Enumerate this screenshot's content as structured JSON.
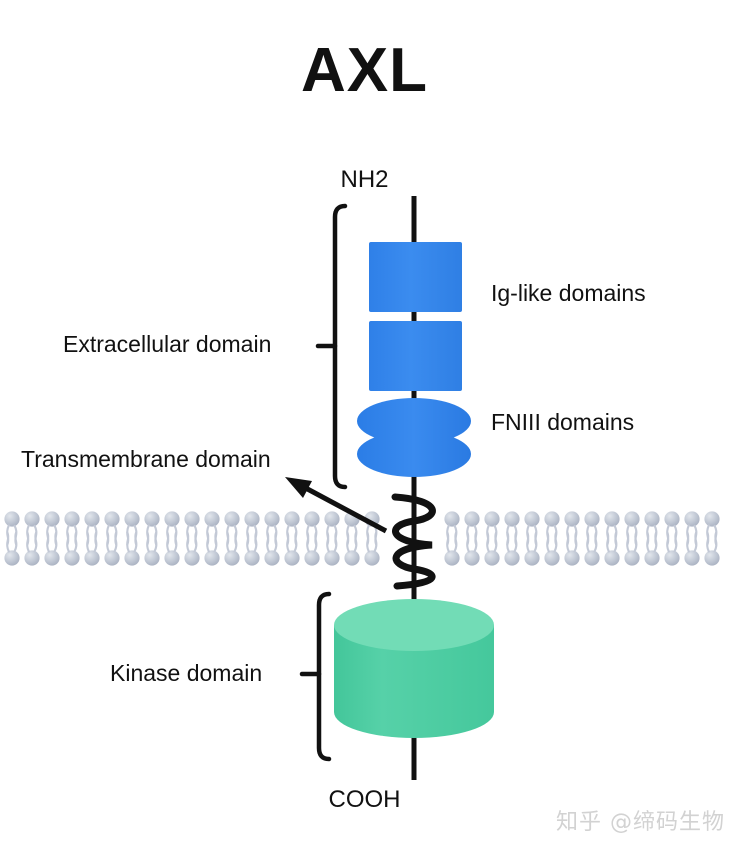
{
  "title": "AXL",
  "terminals": {
    "n_terminus": "NH2",
    "c_terminus": "COOH"
  },
  "labels": {
    "ig_like": "Ig-like domains",
    "fniii": "FNIII domains",
    "extracellular": "Extracellular domain",
    "transmembrane": "Transmembrane domain",
    "kinase": "Kinase domain"
  },
  "watermark": "知乎 @缔码生物",
  "colors": {
    "background": "#ffffff",
    "stroke": "#111111",
    "ig_domain_blue": "#2f80e8",
    "ig_domain_blue_light": "#4b95f0",
    "fniii_blue": "#2b7de6",
    "kinase_green": "#4ecca2",
    "kinase_green_light": "#72dcb6",
    "kinase_green_dark": "#46c199",
    "lipid_head": "#b9c0ce",
    "lipid_head_light": "#d6dbe4",
    "lipid_tail": "#c3c9d6",
    "watermark_text": "#d2d2d2"
  },
  "structure": {
    "ig_like_domain_count": 2,
    "fniii_domain_count": 2,
    "kinase_domain_count": 1,
    "membrane_layers": 2,
    "helix_turns": 3
  }
}
